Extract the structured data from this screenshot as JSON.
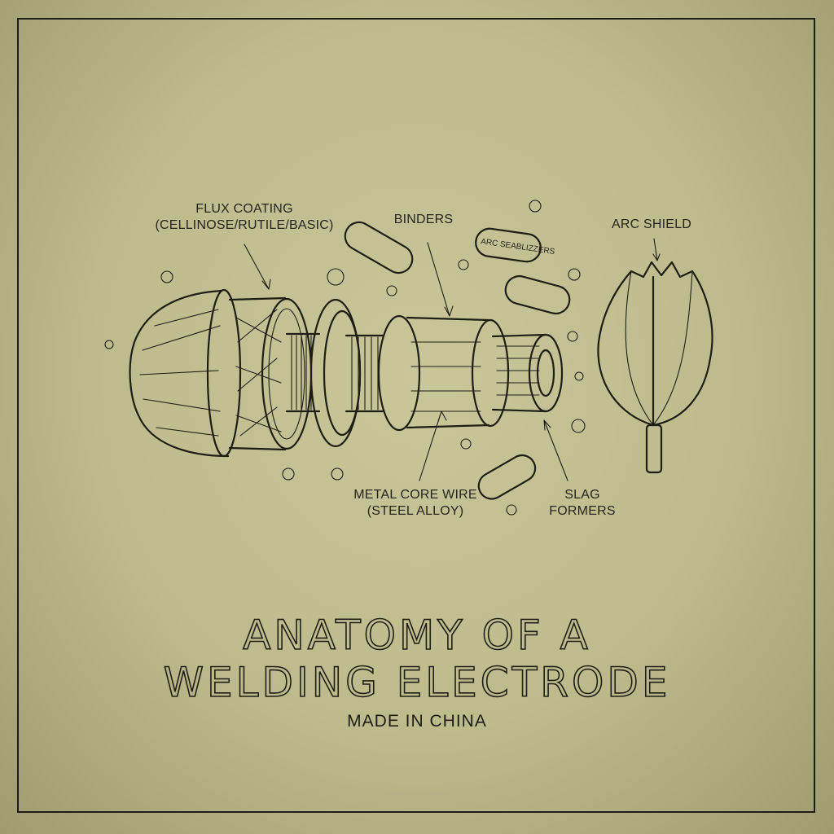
{
  "diagram": {
    "title_line1": "ANATOMY OF A",
    "title_line2": "WELDING ELECTRODE",
    "subtitle": "MADE IN CHINA",
    "labels": {
      "flux_coating_line1": "FLUX COATING",
      "flux_coating_line2": "(CELLINOSE/RUTILE/BASIC)",
      "binders": "BINDERS",
      "arc_stabilizers_pill": "ARC SEABLIZZERS",
      "arc_shield": "ARC SHIELD",
      "metal_core_line1": "METAL CORE WIRE",
      "metal_core_line2": "(STEEL ALLOY)",
      "slag_line1": "SLAG",
      "slag_line2": "FORMERS"
    },
    "colors": {
      "background": "#c3c194",
      "ink": "#1e1e16"
    }
  }
}
